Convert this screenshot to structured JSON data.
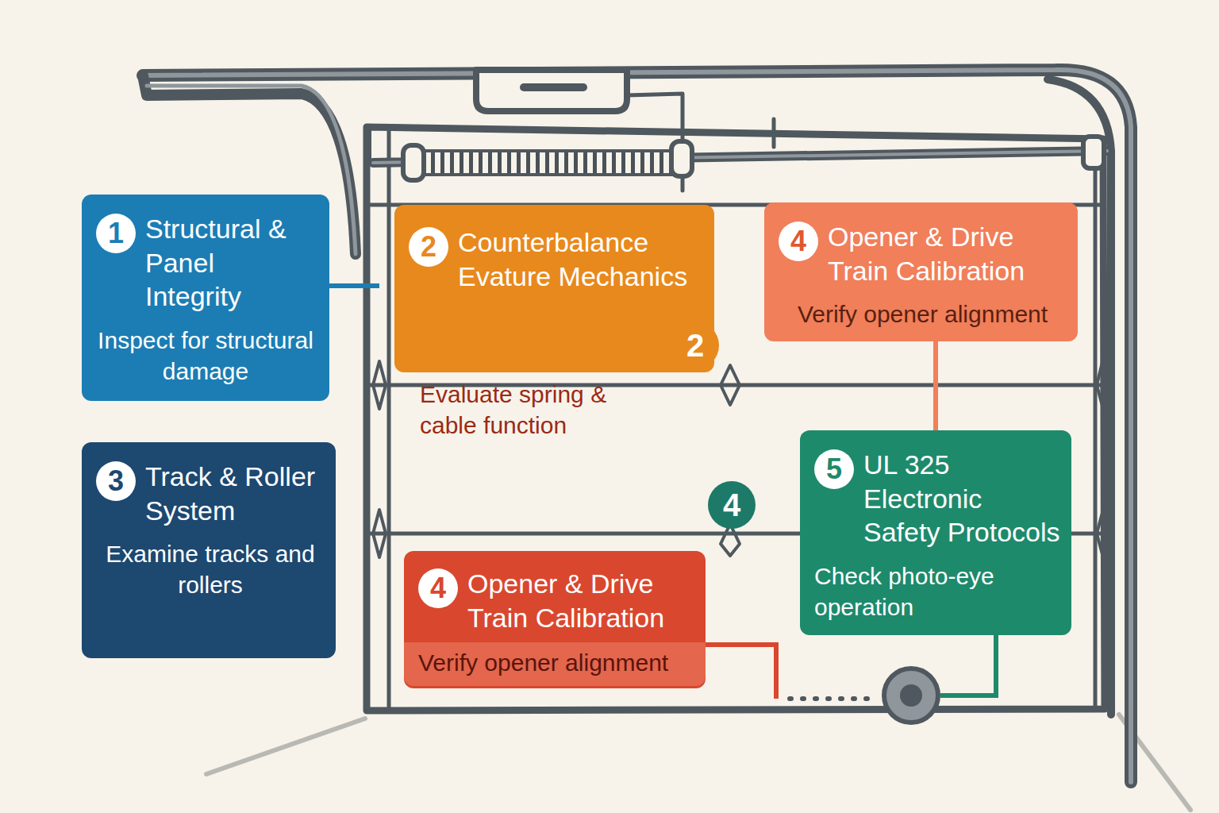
{
  "diagram": {
    "nodes": [
      {
        "text": [
          "1",
          "Structural & Panel Integrity",
          "Inspect for structural damage"
        ]
      },
      {
        "text": [
          "2",
          "Counterbalance Evature Mechanics",
          "Evaluate spring & cable function"
        ]
      },
      {
        "text": [
          "2"
        ]
      },
      {
        "text": [
          "4",
          "Opener & Drive Train Calibration",
          "Verify opener alignment"
        ]
      },
      {
        "text": [
          "3",
          "Track & Roller System",
          "Examine tracks and rollers"
        ]
      },
      {
        "text": [
          "4"
        ]
      },
      {
        "text": [
          "5",
          "UL 325 Electronic Safety Protocols",
          "Check photo-eye operation"
        ]
      },
      {
        "text": [
          "4",
          "Opener & Drive Train Calibration",
          "Verify opener alignment"
        ]
      }
    ],
    "edges": [
      {
        "from": 3,
        "to": 6,
        "arrow": "none"
      }
    ]
  }
}
